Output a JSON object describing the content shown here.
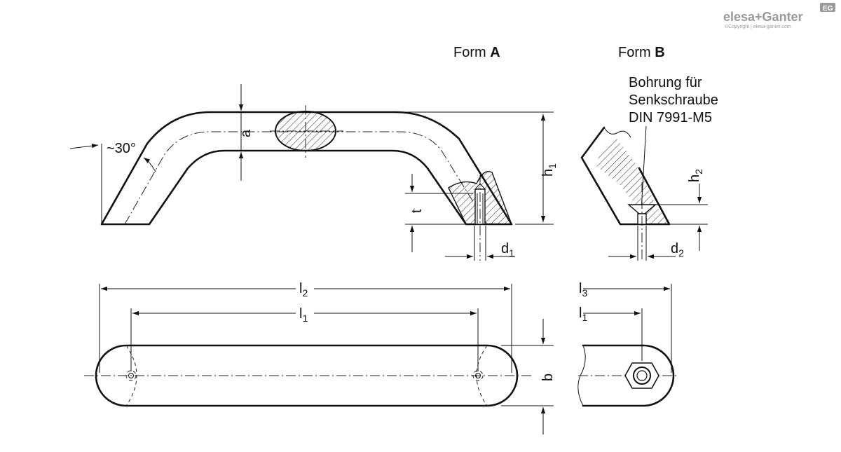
{
  "labels": {
    "form_a_prefix": "Form ",
    "form_a_letter": "A",
    "form_b_prefix": "Form ",
    "form_b_letter": "B",
    "note_line1": "Bohrung für",
    "note_line2": "Senkschraube",
    "note_line3": "DIN 7991-M5",
    "angle": "~30°"
  },
  "dimensions": {
    "a": "a",
    "b": "b",
    "t": "t",
    "h": "h",
    "h1_sub": "1",
    "h2_sub": "2",
    "d": "d",
    "d1_sub": "1",
    "d2_sub": "2",
    "l": "l",
    "l1_sub": "1",
    "l2_sub": "2",
    "l3_sub": "3"
  },
  "logo": {
    "brand": "elesa+Ganter",
    "badge": "EG",
    "copyright": "©Copyright | elesa-ganter.com"
  }
}
